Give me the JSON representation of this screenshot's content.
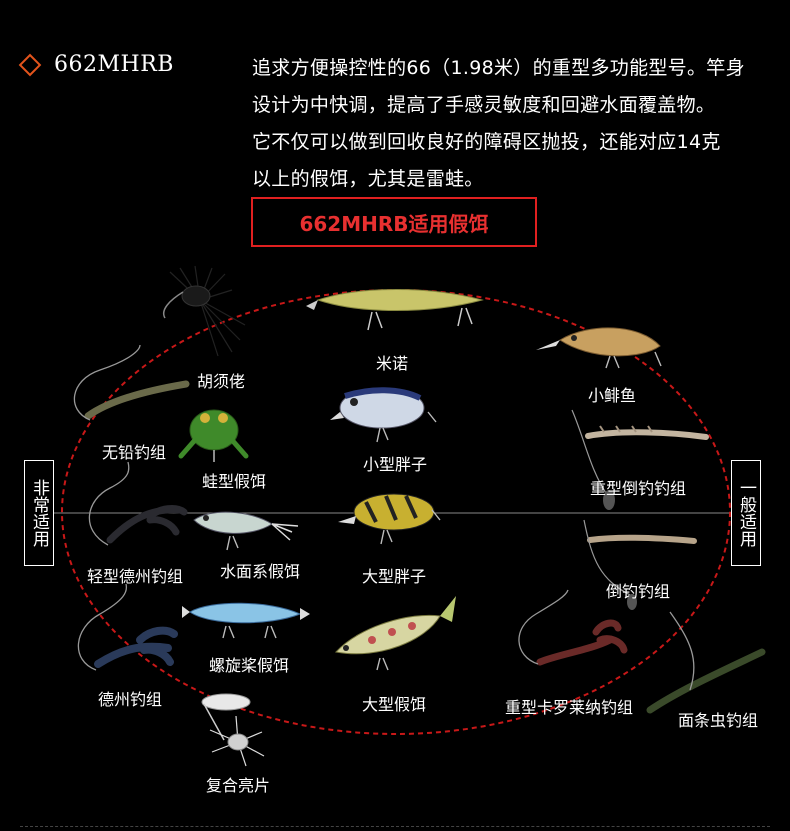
{
  "header": {
    "model": "662MHRB",
    "description_lines": [
      "追求方便操控性的66（1.98米）的重型多功能型号。竿身",
      "设计为中快调，提高了手感灵敏度和回避水面覆盖物。",
      "它不仅可以做到回收良好的障碍区抛投，还能对应14克",
      "以上的假饵，尤其是雷蛙。"
    ],
    "lure_section_title": "662MHRB适用假饵"
  },
  "scale": {
    "left_label": "非常适用",
    "right_label": "一般适用"
  },
  "lures": [
    {
      "name": "胡须佬",
      "icon": "jig-icon"
    },
    {
      "name": "米诺",
      "icon": "minnow-icon"
    },
    {
      "name": "小鲱鱼",
      "icon": "shad-icon"
    },
    {
      "name": "无铅钓组",
      "icon": "weightless-rig-icon"
    },
    {
      "name": "蛙型假饵",
      "icon": "frog-icon"
    },
    {
      "name": "小型胖子",
      "icon": "small-crankbait-icon"
    },
    {
      "name": "重型倒钓钓组",
      "icon": "heavy-dropshot-icon"
    },
    {
      "name": "轻型德州钓组",
      "icon": "light-texas-rig-icon"
    },
    {
      "name": "水面系假饵",
      "icon": "topwater-icon"
    },
    {
      "name": "大型胖子",
      "icon": "large-crankbait-icon"
    },
    {
      "name": "倒钓钓组",
      "icon": "dropshot-icon"
    },
    {
      "name": "螺旋桨假饵",
      "icon": "prop-bait-icon"
    },
    {
      "name": "大型假饵",
      "icon": "swimbait-icon"
    },
    {
      "name": "重型卡罗莱纳钓组",
      "icon": "carolina-rig-icon"
    },
    {
      "name": "德州钓组",
      "icon": "texas-rig-icon"
    },
    {
      "name": "面条虫钓组",
      "icon": "noodle-worm-icon"
    },
    {
      "name": "复合亮片",
      "icon": "spinnerbait-icon"
    }
  ],
  "colors": {
    "accent": "#e3541c",
    "frame_red": "#e02020",
    "ellipse": "#c81818"
  }
}
